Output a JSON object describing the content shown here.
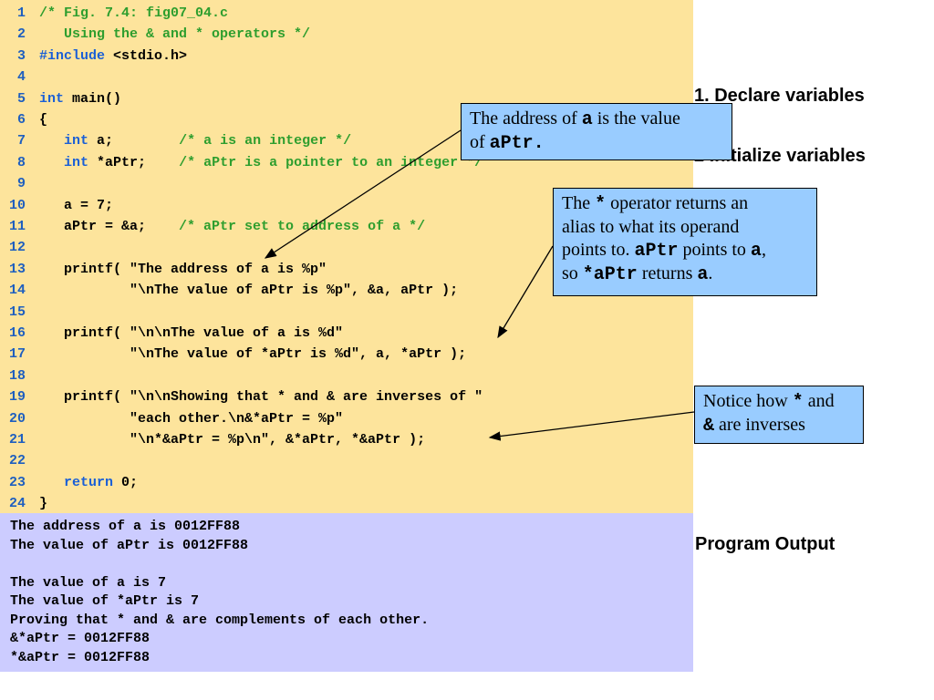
{
  "code_lines": [
    {
      "n": "1",
      "text": "/* Fig. 7.4: fig07_04.c"
    },
    {
      "n": "2",
      "text": "   Using the & and * operators */"
    },
    {
      "n": "3",
      "pre": "#include",
      "post": " <stdio.h>"
    },
    {
      "n": "4",
      "text": ""
    },
    {
      "n": "5",
      "kw": "int",
      "post": " main()"
    },
    {
      "n": "6",
      "text": "{"
    },
    {
      "n": "7",
      "indent": "   ",
      "kw": "int",
      "post": " a;        ",
      "cm": "/* a is an integer */"
    },
    {
      "n": "8",
      "indent": "   ",
      "kw": "int",
      "post": " *aPtr;    ",
      "cm": "/* aPtr is a pointer to an integer */"
    },
    {
      "n": "9",
      "text": ""
    },
    {
      "n": "10",
      "text": "   a = 7;"
    },
    {
      "n": "11",
      "text": "   aPtr = &a;    ",
      "cm": "/* aPtr set to address of a */"
    },
    {
      "n": "12",
      "text": ""
    },
    {
      "n": "13",
      "text": "   printf( \"The address of a is %p\""
    },
    {
      "n": "14",
      "text": "           \"\\nThe value of aPtr is %p\", &a, aPtr );"
    },
    {
      "n": "15",
      "text": ""
    },
    {
      "n": "16",
      "text": "   printf( \"\\n\\nThe value of a is %d\""
    },
    {
      "n": "17",
      "text": "           \"\\nThe value of *aPtr is %d\", a, *aPtr );"
    },
    {
      "n": "18",
      "text": ""
    },
    {
      "n": "19",
      "text": "   printf( \"\\n\\nShowing that * and & are inverses of \""
    },
    {
      "n": "20",
      "text": "           \"each other.\\n&*aPtr = %p\""
    },
    {
      "n": "21",
      "text": "           \"\\n*&aPtr = %p\\n\", &*aPtr, *&aPtr );"
    },
    {
      "n": "22",
      "text": ""
    },
    {
      "n": "23",
      "indent": "   ",
      "kw": "return",
      "post": " 0;"
    },
    {
      "n": "24",
      "text": "}"
    }
  ],
  "output_lines": [
    "The address of a is 0012FF88",
    "The value of aPtr is 0012FF88",
    "",
    "The value of a is 7",
    "The value of *aPtr is 7",
    "Proving that * and & are complements of each other.",
    "&*aPtr = 0012FF88",
    "*&aPtr = 0012FF88"
  ],
  "side_labels": {
    "declare": "1.  Declare variables",
    "initialize": "2  Initialize variables",
    "output": "Program Output"
  },
  "callouts": {
    "address": {
      "t1": "The address of ",
      "m1": "a",
      "t2": " is the value",
      "t3": "of ",
      "m2": "aPtr."
    },
    "star": {
      "t1": "The ",
      "m1": "*",
      "t2": " operator returns an",
      "t3": "alias to what its operand",
      "t4": "points to.  ",
      "m2": "aPtr",
      "t5": " points to ",
      "m3": "a",
      "t6": ",",
      "t7": "so ",
      "m4": "*aPtr",
      "t8": " returns ",
      "m5": "a",
      "t9": "."
    },
    "inverse": {
      "t1": "Notice how ",
      "m1": "*",
      "t2": " and",
      "m2": "&",
      "t3": " are inverses"
    }
  },
  "colors": {
    "code_bg": "#fde49c",
    "output_bg": "#ccccff",
    "callout_bg": "#99ccff",
    "comment": "#2e9e2e",
    "keyword": "#1a5fd6",
    "line_number": "#1f5fbf"
  }
}
